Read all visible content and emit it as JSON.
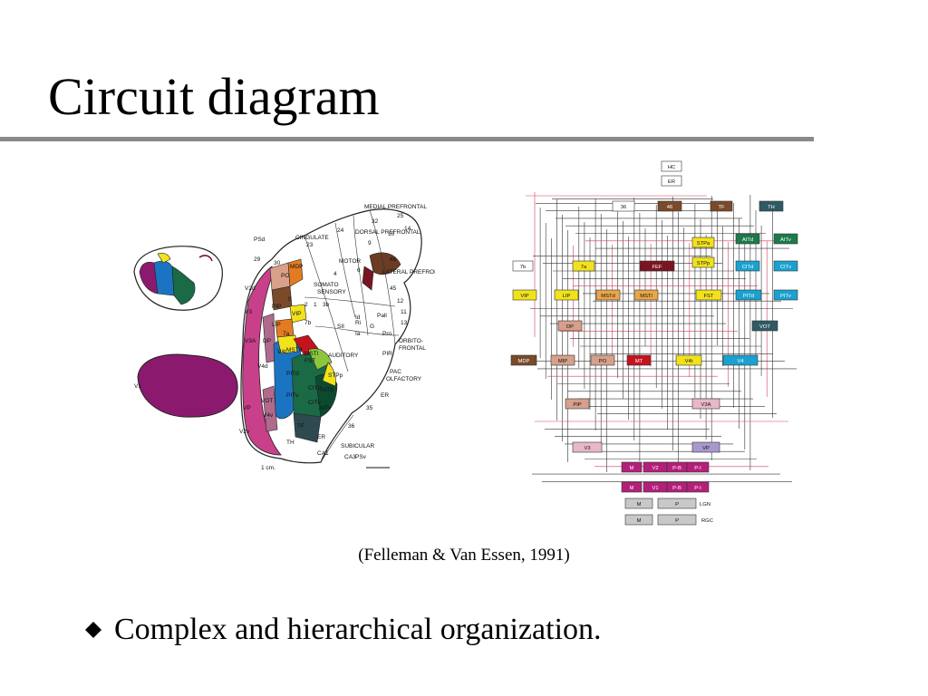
{
  "slide": {
    "title": "Circuit diagram",
    "caption": "(Felleman & Van Essen, 1991)",
    "bullet": "Complex and hierarchical organization."
  },
  "brain_map": {
    "labels": [
      "MEDIAL PREFRONTAL",
      "25",
      "32",
      "24",
      "14",
      "CINGULATE",
      "DORSAL PREFRONTAL",
      "10",
      "23",
      "9",
      "PSd",
      "29",
      "30",
      "MDP",
      "MOTOR",
      "46",
      "6",
      "LATERAL PREFRONTAL",
      "4",
      "PO",
      "SOMATO",
      "SENSORY",
      "45",
      "V2d",
      "5",
      "12",
      "11",
      "PIP",
      "2",
      "1",
      "3b",
      "V3",
      "VIP",
      "Pall",
      "13",
      "SII",
      "G",
      "LIP",
      "7b",
      "Ri",
      "Id",
      "Ia",
      "Pro",
      "7a",
      "ORBITO-",
      "FRONTAL",
      "V3A",
      "DP",
      "PIR",
      "MSTd",
      "MSTl",
      "AUDITORY",
      "V4t",
      "FST",
      "V4d",
      "PAC",
      "STPp",
      "OLFACTORY",
      "PITd",
      "V1",
      "CITd",
      "AITd",
      "ER",
      "PITv",
      "VOT",
      "CITv",
      "VP",
      "AITv",
      "V4v",
      "35",
      "TF",
      "36",
      "V2v",
      "TH",
      "ER",
      "SUBICULAR",
      "CA1",
      "CA3",
      "PSv",
      "1 cm."
    ],
    "colors": {
      "v1": "#8b1a6f",
      "v2": "#c8408a",
      "v3": "#b06a8c",
      "v4": "#1b74c2",
      "it": "#1a6a45",
      "it_dark": "#0c4a30",
      "it_cyan": "#1aa19c",
      "yellow": "#f2e21c",
      "red": "#c4131f",
      "orange": "#e37b22",
      "green": "#8cc63f",
      "salmon": "#d9a189",
      "brown": "#7a4a2b",
      "prefrontal": "#6b3b24",
      "dark_red": "#7a1520",
      "slate": "#2e4a50",
      "lavender": "#b0a0c8"
    }
  },
  "hierarchy": {
    "nodes": [
      "HC",
      "ER",
      "36",
      "46",
      "TF",
      "TH",
      "STPa",
      "AITd",
      "AITv",
      "7b",
      "7a",
      "FEF",
      "STPp",
      "CITd",
      "CITv",
      "VIP",
      "LIP",
      "MSTd",
      "MSTl",
      "FST",
      "PITd",
      "PITv",
      "DP",
      "VOT",
      "MDP",
      "MIP",
      "PO",
      "MT",
      "V4t",
      "V4",
      "PIP",
      "V3A",
      "V3",
      "VP",
      "M",
      "V2",
      "P-B",
      "P-I",
      "M",
      "V1",
      "P-B",
      "P-I",
      "M",
      "P",
      "LGN",
      "M",
      "P",
      "RGC"
    ],
    "colors": {
      "white": "#ffffff",
      "brown": "#7a4a2b",
      "slate": "#2e5a64",
      "green": "#1d7a4a",
      "yellow": "#f2e21c",
      "orange": "#e8a64a",
      "dark_red": "#7a1520",
      "red": "#c4131f",
      "cyan": "#1aa1d0",
      "salmon": "#d6a08a",
      "pink": "#e8b8c8",
      "lavender": "#a898cc",
      "magenta": "#b3207a",
      "gray": "#c8c8c8",
      "wire": "#333333",
      "wire_red": "#d0405a"
    }
  }
}
